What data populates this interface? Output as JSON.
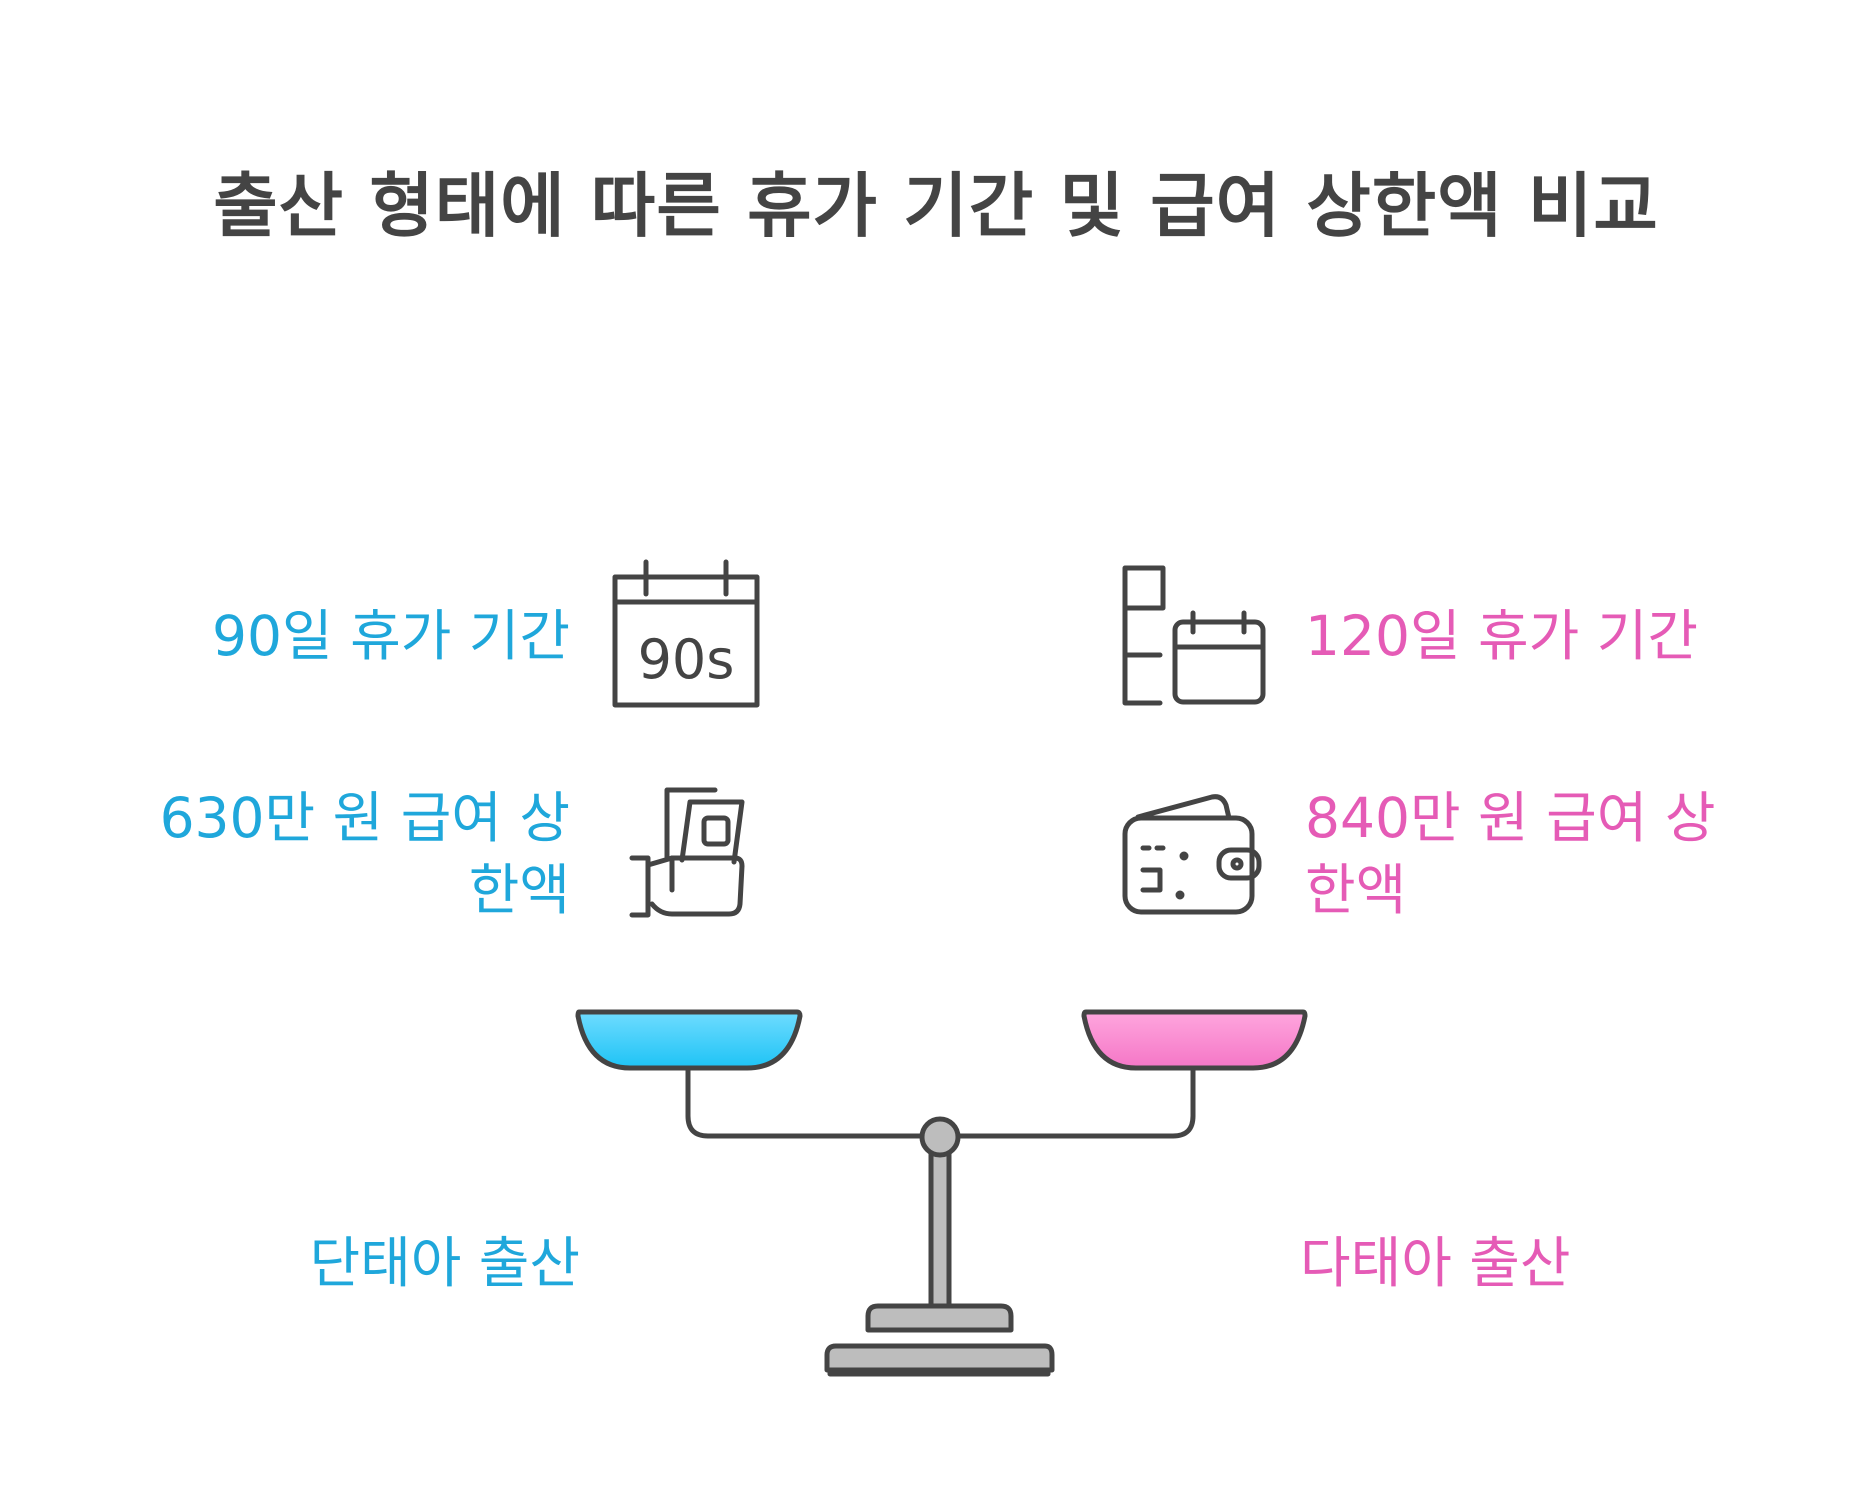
{
  "title": "출산 형태에 따른 휴가 기간 및 급여 상한액 비교",
  "left": {
    "leave": "90일 휴가 기간",
    "pay_line1": "630만 원 급여 상",
    "pay_line2": "한액",
    "category": "단태아 출산",
    "calendar_text": "90s",
    "color": "#1FA7DB"
  },
  "right": {
    "leave": "120일 휴가 기간",
    "pay_line1": "840만 원 급여 상",
    "pay_line2": "한액",
    "category": "다태아 출산",
    "color": "#E55BB6"
  },
  "icons": {
    "left_top": "calendar-90s-icon",
    "left_bottom": "hand-holding-money-icon",
    "right_top": "extended-calendar-icon",
    "right_bottom": "wallet-icon",
    "center": "balance-scale-icon"
  }
}
